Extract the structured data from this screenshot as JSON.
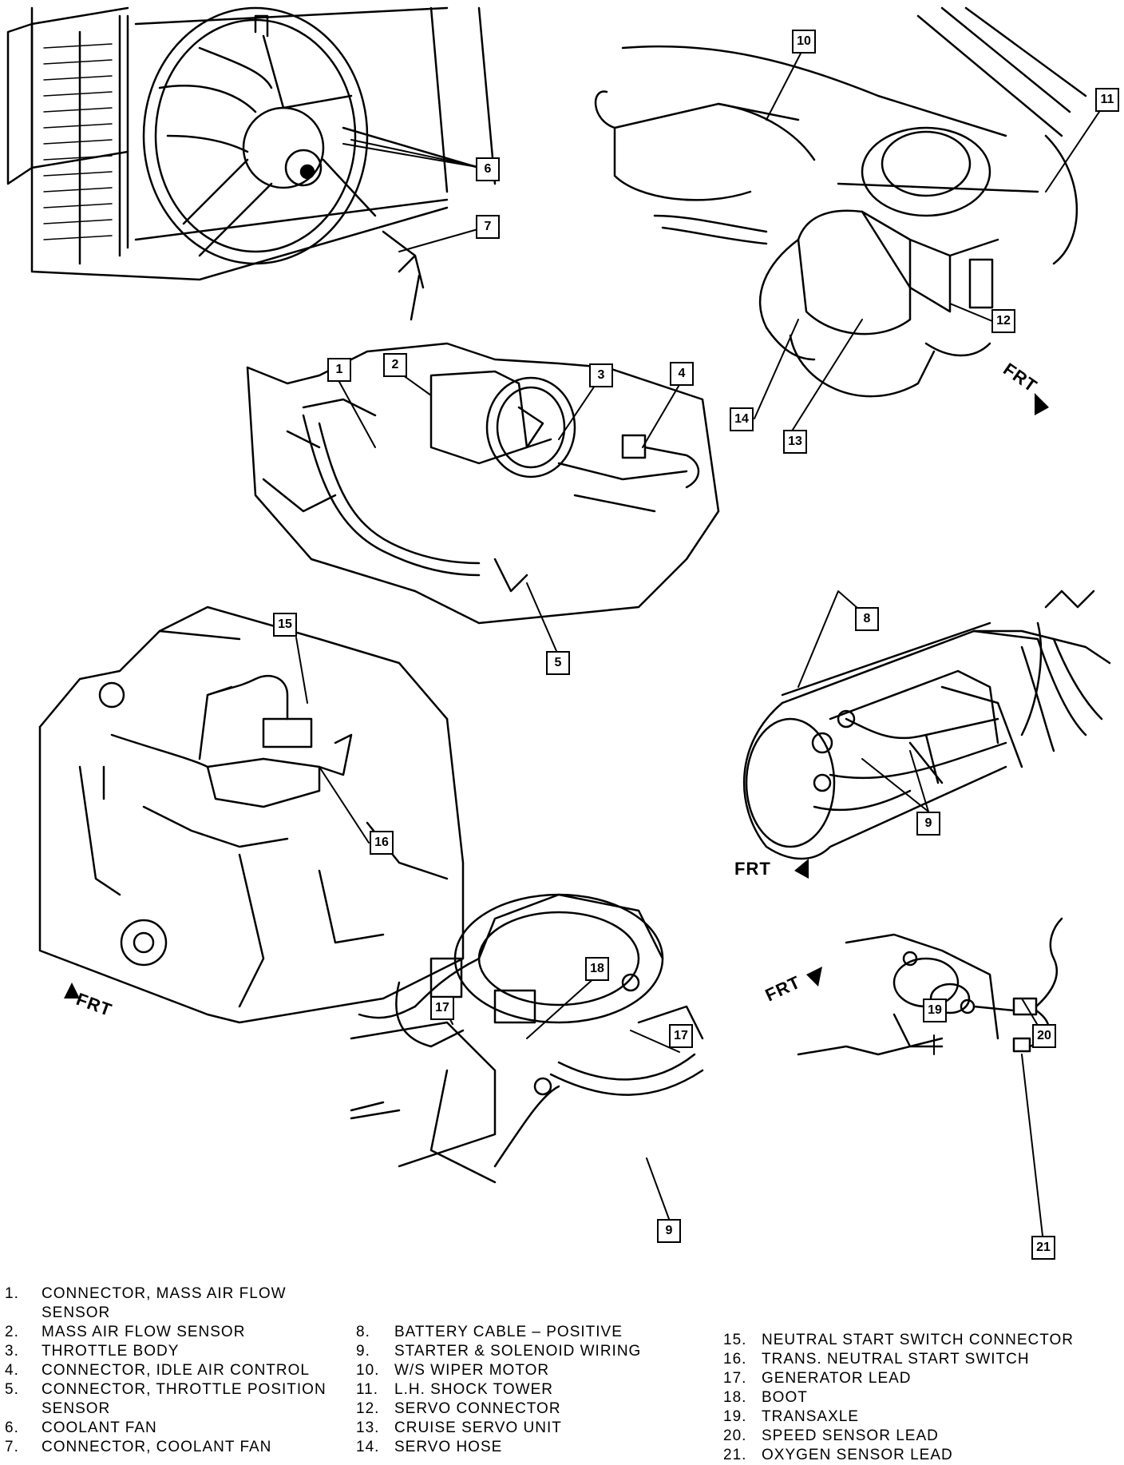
{
  "callouts": [
    "1",
    "2",
    "3",
    "4",
    "5",
    "6",
    "7",
    "8",
    "9",
    "10",
    "11",
    "12",
    "13",
    "14",
    "15",
    "16",
    "17",
    "18",
    "19",
    "20",
    "21"
  ],
  "frt_label": "FRT",
  "legend": [
    {
      "num": "1.",
      "lines": [
        "CONNECTOR, MASS AIR FLOW",
        "SENSOR"
      ]
    },
    {
      "num": "2.",
      "lines": [
        "MASS AIR FLOW SENSOR"
      ]
    },
    {
      "num": "3.",
      "lines": [
        "THROTTLE BODY"
      ]
    },
    {
      "num": "4.",
      "lines": [
        "CONNECTOR, IDLE AIR CONTROL"
      ]
    },
    {
      "num": "5.",
      "lines": [
        "CONNECTOR, THROTTLE POSITION",
        "SENSOR"
      ]
    },
    {
      "num": "6.",
      "lines": [
        "COOLANT FAN"
      ]
    },
    {
      "num": "7.",
      "lines": [
        "CONNECTOR, COOLANT FAN"
      ]
    },
    {
      "num": "8.",
      "lines": [
        "BATTERY CABLE – POSITIVE"
      ]
    },
    {
      "num": "9.",
      "lines": [
        "STARTER & SOLENOID WIRING"
      ]
    },
    {
      "num": "10.",
      "lines": [
        "W/S WIPER MOTOR"
      ]
    },
    {
      "num": "11.",
      "lines": [
        "L.H. SHOCK TOWER"
      ]
    },
    {
      "num": "12.",
      "lines": [
        "SERVO CONNECTOR"
      ]
    },
    {
      "num": "13.",
      "lines": [
        "CRUISE SERVO UNIT"
      ]
    },
    {
      "num": "14.",
      "lines": [
        "SERVO HOSE"
      ]
    },
    {
      "num": "15.",
      "lines": [
        "NEUTRAL START SWITCH CONNECTOR"
      ]
    },
    {
      "num": "16.",
      "lines": [
        "TRANS. NEUTRAL START SWITCH"
      ]
    },
    {
      "num": "17.",
      "lines": [
        "GENERATOR LEAD"
      ]
    },
    {
      "num": "18.",
      "lines": [
        "BOOT"
      ]
    },
    {
      "num": "19.",
      "lines": [
        "TRANSAXLE"
      ]
    },
    {
      "num": "20.",
      "lines": [
        "SPEED SENSOR LEAD"
      ]
    },
    {
      "num": "21.",
      "lines": [
        "OXYGEN SENSOR LEAD"
      ]
    }
  ]
}
